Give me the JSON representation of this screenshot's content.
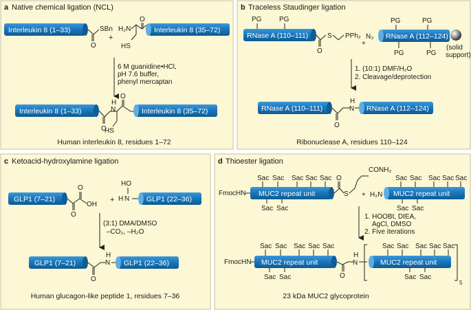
{
  "colors": {
    "panel_bg": "#fcf7d4",
    "panel_border": "#c8c29a",
    "cylinder": "#1a78be",
    "cylinder_end": "#0f5d96",
    "bond": "#222222",
    "text": "#1a1a1a"
  },
  "panels": {
    "a": {
      "letter": "a",
      "title": "Native chemical ligation (NCL)",
      "cyl_left": "Interleukin 8 (1–33)",
      "cyl_right": "Interleukin 8 (35–72)",
      "product_left": "Interleukin 8 (1–33)",
      "product_right": "Interleukin 8 (35–72)",
      "sbn": "SBn",
      "h2n": "H₂N",
      "hs": "HS",
      "hs2": "HS",
      "nh": "N",
      "h": "H",
      "o1": "O",
      "o2": "O",
      "o3": "O",
      "o4": "O",
      "plus": "+",
      "conditions": [
        "6 M guanidine•HCl,",
        "pH 7.6 buffer,",
        "phenyl mercaptan"
      ],
      "caption": "Human interleukin 8, residues 1–72"
    },
    "b": {
      "letter": "b",
      "title": "Traceless Staudinger ligation",
      "cyl_left": "RNase A (110–111)",
      "cyl_right": "RNase A (112–124)",
      "product_left": "RNase A (110–111)",
      "product_right": "RNase A (112–124)",
      "pg": [
        "PG",
        "PG",
        "PG",
        "PG",
        "PG",
        "PG"
      ],
      "s": "S",
      "pph2": "PPh₂",
      "n3": "N₃",
      "plus": "+",
      "o1": "O",
      "o2": "O",
      "nh": "N",
      "h": "H",
      "support": [
        "(solid",
        "support)"
      ],
      "conditions": [
        "1. (10:1) DMF/H₂O",
        "2. Cleavage/deprotection"
      ],
      "caption": "Ribonuclease A, residues 110–124"
    },
    "c": {
      "letter": "c",
      "title": "Ketoacid-hydroxylamine ligation",
      "cyl_left": "GLP1 (7–21)",
      "cyl_right": "GLP1 (22–36)",
      "product_left": "GLP1 (7–21)",
      "product_right": "GLP1 (22–36)",
      "oh": "OH",
      "ho": "HO",
      "nh_top": "N",
      "h": "H",
      "o1": "O",
      "o2": "O",
      "o3": "O",
      "plus": "+",
      "nh2": "N",
      "h2": "H",
      "conditions": [
        "(3:1) DMA/DMSO",
        "–CO₂, –H₂O"
      ],
      "caption": "Human glucagon-like peptide 1, residues 7–36"
    },
    "d": {
      "letter": "d",
      "title": "Thioester ligation",
      "cyl_left": "MUC2 repeat unit",
      "cyl_right": "MUC2 repeat unit",
      "product_left": "MUC2 repeat unit",
      "product_right": "MUC2 repeat unit",
      "fmoc": "FmocHN",
      "fmoc2": "FmocHN",
      "sac_top_left": [
        "Sac",
        "Sac",
        "Sac",
        "Sac",
        "Sac"
      ],
      "sac_bottom_left": [
        "Sac",
        "Sac"
      ],
      "sac_top_right": [
        "Sac",
        "Sac",
        "Sac",
        "Sac",
        "Sac"
      ],
      "sac_bottom_right": [
        "Sac",
        "Sac"
      ],
      "sac_top_prod_left": [
        "Sac",
        "Sac",
        "Sac",
        "Sac",
        "Sac"
      ],
      "sac_bottom_prod_left": [
        "Sac",
        "Sac"
      ],
      "sac_top_prod_right": [
        "Sac",
        "Sac",
        "Sac",
        "Sac",
        "Sac"
      ],
      "sac_bottom_prod_right": [
        "Sac",
        "Sac"
      ],
      "conh2": "CONH₂",
      "s": "S",
      "o1": "O",
      "o2": "O",
      "h2n": "H₂N",
      "plus": "+",
      "nh": "N",
      "h": "H",
      "subscript": "5",
      "conditions": [
        "1. HOOBt, DIEA,",
        "AgCl, DMSO",
        "2. Five iterations"
      ],
      "caption": "23 kDa MUC2 glycoprotein"
    }
  }
}
